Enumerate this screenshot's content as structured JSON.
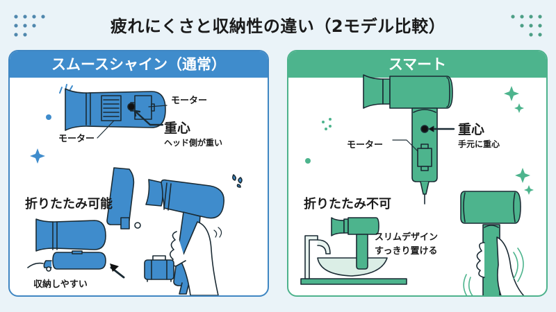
{
  "title": "疲れにくさと収納性の違い（2モデル比較）",
  "colors": {
    "background": "#eaf3f8",
    "left_accent": "#3f8ccc",
    "right_accent": "#4db48d",
    "outline": "#1a2a33"
  },
  "panels": [
    {
      "id": "smooth-shine",
      "header": "スムースシャイン（通常）",
      "labels": {
        "motor_top": "モーター",
        "motor_left": "モーター",
        "center_of_gravity": "重心",
        "gravity_note": "ヘッド側が重い",
        "folding": "折りたたみ可能",
        "storage": "収納しやすい"
      },
      "icons": [
        "hair-dryer-icon",
        "suitcase-icon",
        "hand-icon",
        "sparkle-icon",
        "arrow-icon"
      ]
    },
    {
      "id": "smart",
      "header": "スマート",
      "labels": {
        "motor": "モーター",
        "center_of_gravity": "重心",
        "gravity_note": "手元に重心",
        "folding": "折りたたみ不可",
        "design_line1": "スリムデザイン",
        "design_line2": "すっきり置ける"
      },
      "icons": [
        "hair-dryer-icon",
        "sink-icon",
        "hand-icon",
        "sparkle-icon"
      ]
    }
  ]
}
